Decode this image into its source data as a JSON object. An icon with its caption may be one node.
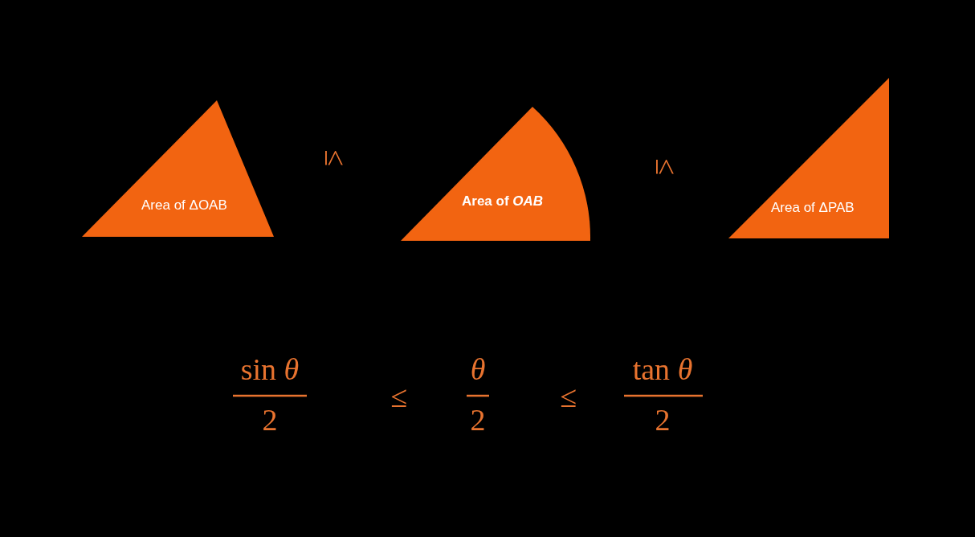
{
  "diagram": {
    "nodes": [
      {
        "text": [
          "Area of ΔOAB"
        ]
      },
      {
        "text": [
          "Area of *OAB*"
        ]
      },
      {
        "text": [
          "Area of ΔPAB"
        ]
      }
    ],
    "labels": [
      "≤",
      "≤",
      "sin *θ*",
      "2",
      "≤",
      "*θ*",
      "2",
      "≤",
      "tan *θ*",
      "2"
    ]
  }
}
